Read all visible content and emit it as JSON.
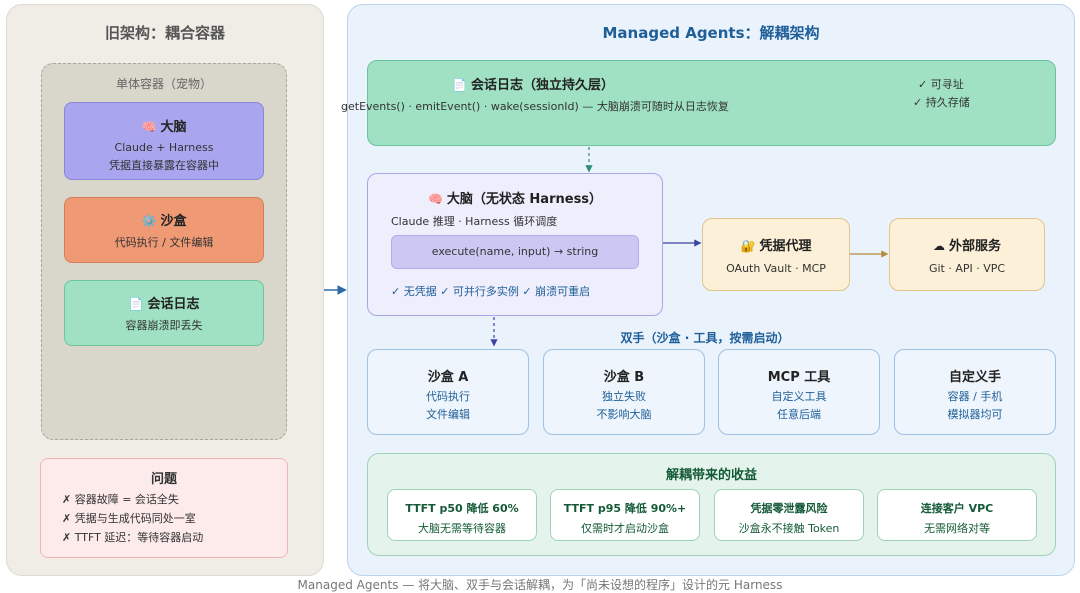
{
  "caption": "Managed Agents — 将大脑、双手与会话解耦，为「尚未设想的程序」设计的元 Harness",
  "left": {
    "title": "旧架构：耦合容器",
    "container_label": "单体容器（宠物）",
    "brain": {
      "icon": "🧠",
      "title": "大脑",
      "line1": "Claude + Harness",
      "line2": "凭据直接暴露在容器中"
    },
    "sandbox": {
      "icon": "⚙️",
      "title": "沙盒",
      "line1": "代码执行 / 文件编辑"
    },
    "log": {
      "icon": "📄",
      "title": "会话日志",
      "line1": "容器崩溃即丢失"
    },
    "problems": {
      "title": "问题",
      "items": [
        "✗ 容器故障 = 会话全失",
        "✗ 凭据与生成代码同处一室",
        "✗ TTFT 延迟：等待容器启动"
      ]
    }
  },
  "right": {
    "title": "Managed Agents：解耦架构",
    "log": {
      "icon": "📄",
      "title": "会话日志（独立持久层）",
      "desc": "getEvents() · emitEvent() · wake(sessionId) — 大脑崩溃可随时从日志恢复",
      "check1": "✓ 可寻址",
      "check2": "✓ 持久存储"
    },
    "brain": {
      "icon": "🧠",
      "title": "大脑（无状态 Harness）",
      "sub": "Claude 推理 · Harness 循环调度",
      "exec": "execute(name, input) → string",
      "checks": "✓ 无凭据 ✓ 可并行多实例 ✓ 崩溃可重启"
    },
    "cred": {
      "icon": "🔐",
      "title": "凭据代理",
      "sub": "OAuth Vault · MCP"
    },
    "ext": {
      "icon": "☁",
      "title": "外部服务",
      "sub": "Git · API · VPC"
    },
    "hands_title": "双手（沙盒 · 工具，按需启动）",
    "hands": [
      {
        "title": "沙盒 A",
        "line1": "代码执行",
        "line2": "文件编辑"
      },
      {
        "title": "沙盒 B",
        "line1": "独立失败",
        "line2": "不影响大脑"
      },
      {
        "title": "MCP 工具",
        "line1": "自定义工具",
        "line2": "任意后端"
      },
      {
        "title": "自定义手",
        "line1": "容器 / 手机",
        "line2": "模拟器均可"
      }
    ],
    "benefits_title": "解耦带来的收益",
    "benefits": [
      {
        "title": "TTFT p50 降低 60%",
        "sub": "大脑无需等待容器"
      },
      {
        "title": "TTFT p95 降低 90%+",
        "sub": "仅需时才启动沙盒"
      },
      {
        "title": "凭据零泄露风险",
        "sub": "沙盒永不接触 Token"
      },
      {
        "title": "连接客户 VPC",
        "sub": "无需网络对等"
      }
    ]
  }
}
